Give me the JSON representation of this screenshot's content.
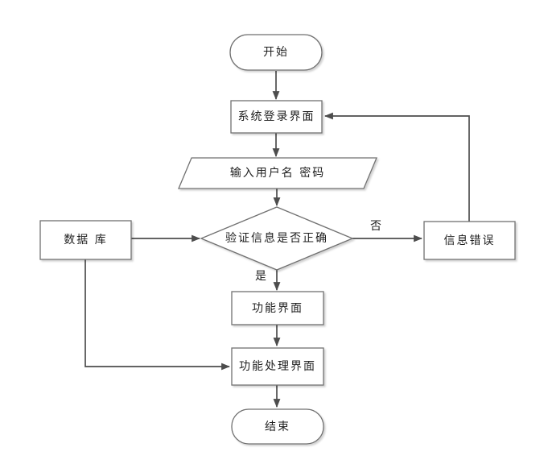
{
  "diagram": {
    "colors": {
      "line": "#4d4d4d",
      "border": "#707070",
      "text": "#1f1f1f",
      "background": "#ffffff",
      "shape_fill": "#ffffff"
    },
    "nodes": {
      "start": {
        "label": "开始",
        "shape": "terminator"
      },
      "login": {
        "label": "系统登录界面",
        "shape": "process"
      },
      "input": {
        "label": "输入用户名 密码",
        "shape": "data-parallelogram"
      },
      "verify": {
        "label": "验证信息是否正确",
        "shape": "decision-diamond"
      },
      "database": {
        "label": "数据 库",
        "shape": "process"
      },
      "error": {
        "label": "信息错误",
        "shape": "process"
      },
      "function": {
        "label": "功能界面",
        "shape": "process"
      },
      "handle": {
        "label": "功能处理界面",
        "shape": "process"
      },
      "end": {
        "label": "结束",
        "shape": "terminator"
      }
    },
    "edge_labels": {
      "yes": "是",
      "no": "否"
    },
    "edges": [
      {
        "from": "start",
        "to": "login"
      },
      {
        "from": "login",
        "to": "input"
      },
      {
        "from": "input",
        "to": "verify"
      },
      {
        "from": "verify",
        "to": "function",
        "label": "是"
      },
      {
        "from": "verify",
        "to": "error",
        "label": "否"
      },
      {
        "from": "error",
        "to": "login"
      },
      {
        "from": "database",
        "to": "verify"
      },
      {
        "from": "database",
        "to": "handle"
      },
      {
        "from": "function",
        "to": "handle"
      },
      {
        "from": "handle",
        "to": "end"
      }
    ]
  }
}
